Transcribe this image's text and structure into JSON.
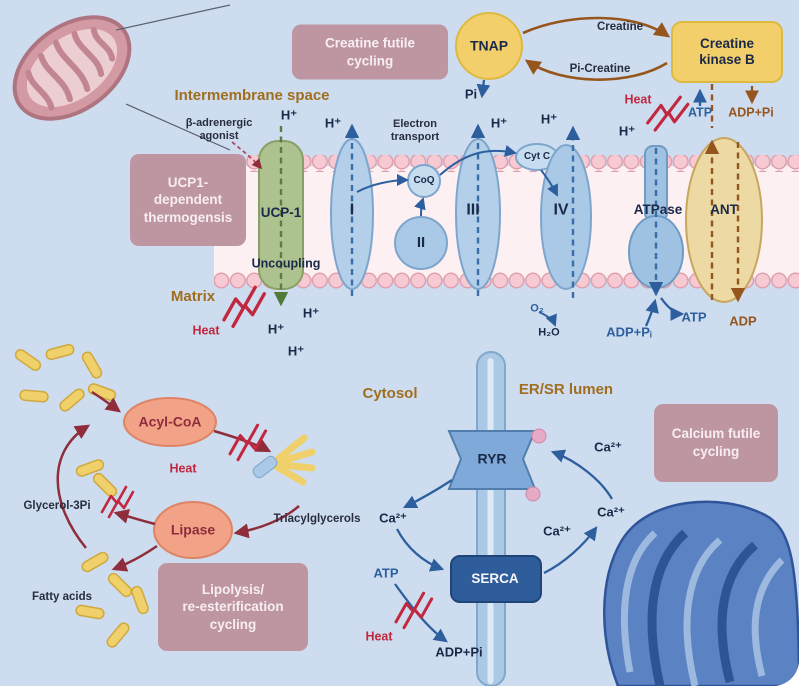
{
  "colors": {
    "background": "#cddcee",
    "box_mauve": "#bd96a1",
    "membrane_pink": "#f6c9d3",
    "yellow_enzyme": "#f2cf6b",
    "heat_red": "#c22740",
    "blue": "#2d5f9e",
    "brown": "#96551c",
    "dark_red": "#8f2d3c",
    "green_channel": "#aec28f"
  },
  "compartments": {
    "intermembrane_space": "Intermembrane space",
    "matrix": "Matrix",
    "cytosol": "Cytosol",
    "er_sr_lumen": "ER/SR lumen"
  },
  "boxes": {
    "creatine_futile": "Creatine futile\ncycling",
    "ucp1": "UCP1-\ndependent\nthermogensis",
    "lipolysis": "Lipolysis/\nre-esterification\ncycling",
    "calcium": "Calcium futile\ncycling"
  },
  "creatine_cycle": {
    "tnap": "TNAP",
    "kinase": "Creatine\nkinase B",
    "creatine": "Creatine",
    "pi_creatine": "Pi-Creatine",
    "pi": "Pi",
    "atp": "ATP",
    "adp_pi": "ADP+Pi",
    "heat": "Heat"
  },
  "etc": {
    "beta_adrenergic": "β-adrenergic\nagonist",
    "electron_transport": "Electron\ntransport",
    "h_plus": "H⁺",
    "ucp1": "UCP-1",
    "uncoupling": "Uncoupling",
    "complex_i": "I",
    "complex_ii": "II",
    "complex_iii": "III",
    "complex_iv": "IV",
    "coq": "CoQ",
    "cyt_c": "Cyt C",
    "atpase": "ATPase",
    "ant": "ANT",
    "o2": "O₂",
    "h2o": "H₂O",
    "adp_pi_sub": "ADP+Pᵢ",
    "atp": "ATP",
    "adp": "ADP",
    "heat": "Heat"
  },
  "lipid_cycle": {
    "acyl_coa": "Acyl-CoA",
    "lipase": "Lipase",
    "glycerol_3pi": "Glycerol-3Pi",
    "triacylglycerols": "Triacylglycerols",
    "fatty_acids": "Fatty acids",
    "heat": "Heat"
  },
  "calcium_cycle": {
    "ryr": "RYR",
    "serca": "SERCA",
    "ca": "Ca²⁺",
    "atp": "ATP",
    "adp_pi": "ADP+Pi",
    "heat": "Heat"
  }
}
